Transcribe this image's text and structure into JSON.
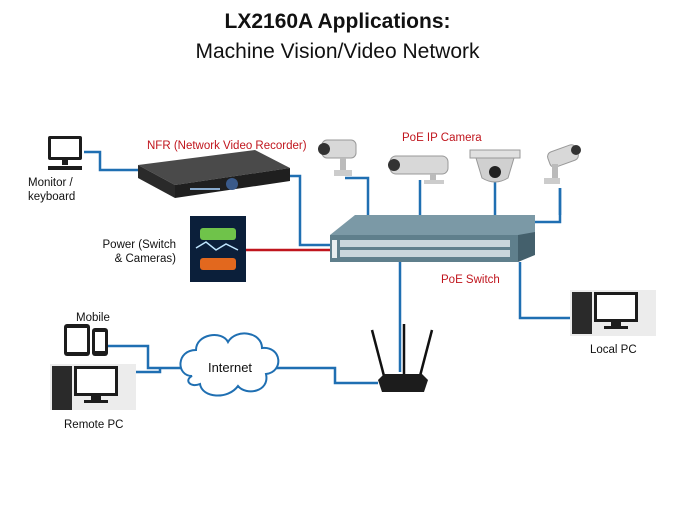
{
  "title": {
    "line1": "LX2160A Applications:",
    "line2": "Machine Vision/Video Network"
  },
  "labels": {
    "nfr": "NFR (Network Video Recorder)",
    "poe_camera": "PoE IP Camera",
    "monitor_line1": "Monitor /",
    "monitor_line2": "keyboard",
    "power_line1": "Power (Switch",
    "power_line2": "& Cameras)",
    "poe_switch": "PoE Switch",
    "mobile": "Mobile",
    "internet": "Internet",
    "local_pc": "Local PC",
    "remote_pc": "Remote PC"
  },
  "colors": {
    "connection_line": "#1f6fb2",
    "power_line": "#c0151d",
    "accent_label": "#c0151d",
    "switch_body": "#5f7f8c"
  },
  "icons": [
    "monitor-icon",
    "nvr-icon",
    "camera-icon",
    "power-supply-icon",
    "switch-icon",
    "router-icon",
    "cloud-icon",
    "mobile-icon",
    "desktop-pc-icon"
  ]
}
